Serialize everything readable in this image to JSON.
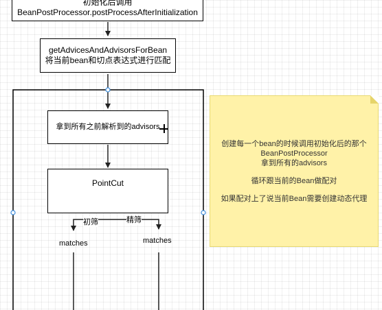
{
  "top_box": {
    "line1": "初始化后调用",
    "line2": "BeanPostProcessor.postProcessAfterInitialization"
  },
  "match_box": {
    "line1": "getAdvicesAndAdvisorsForBean",
    "line2": "将当前bean和切点表达式进行匹配"
  },
  "advisors_box": {
    "text": "拿到所有之前解析到的advisors"
  },
  "pointcut_box": {
    "text": "PointCut"
  },
  "branch_left": {
    "label": "初筛",
    "result": "matches"
  },
  "branch_right": {
    "label": "精筛",
    "result": "matches"
  },
  "note": {
    "lines": [
      "创建每一个bean的时候调用初始化后的那个",
      "BeanPostProcessor",
      "拿到所有的advisors",
      "",
      "循环跟当前的Bean做配对",
      "",
      "如果配对上了说当前Bean需要创建动态代理"
    ],
    "background_color": "#fff2a8"
  },
  "colors": {
    "selection_handle": "#3c8dde",
    "stroke": "#000000"
  }
}
